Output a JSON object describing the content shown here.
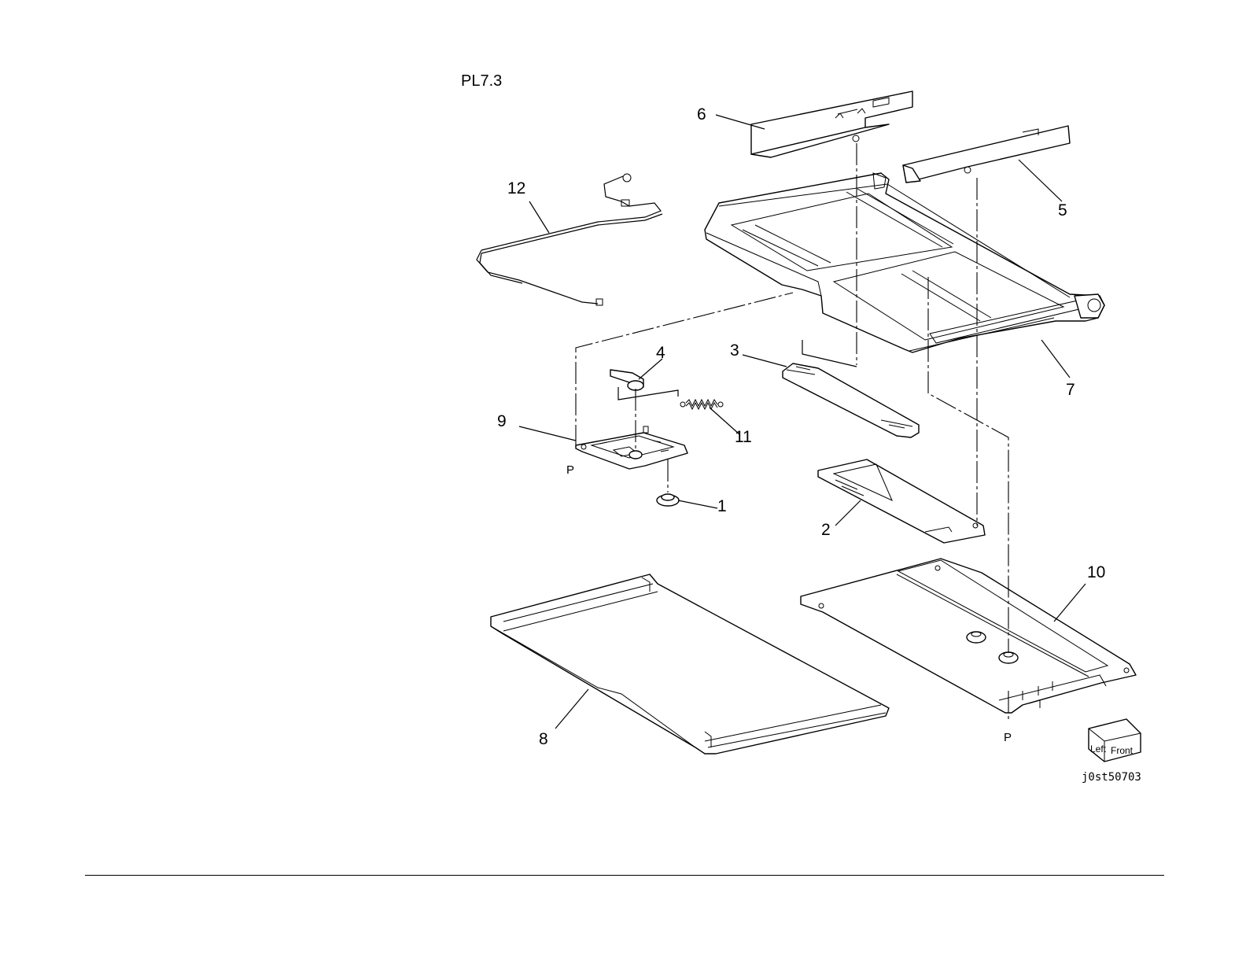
{
  "page": {
    "title": "PL7.3",
    "figure_code": "j0st50703"
  },
  "callouts": {
    "c1": "1",
    "c2": "2",
    "c3": "3",
    "c4": "4",
    "c5": "5",
    "c6": "6",
    "c7": "7",
    "c8": "8",
    "c9": "9",
    "c10": "10",
    "c11": "11",
    "c12": "12"
  },
  "markers": {
    "p_left": "P",
    "p_right": "P"
  },
  "orientation_cube": {
    "left_label": "Left",
    "front_label": "Front"
  }
}
